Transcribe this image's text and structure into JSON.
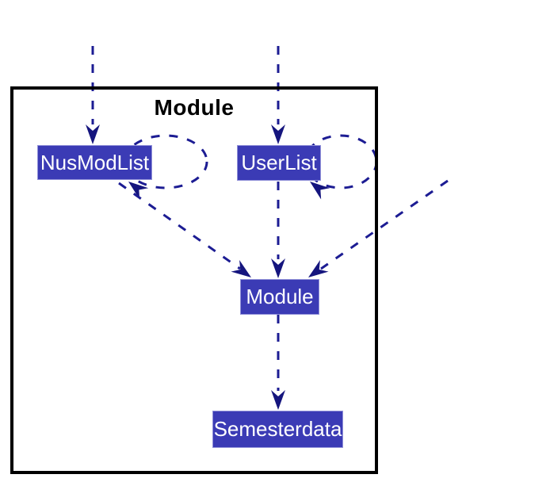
{
  "diagram": {
    "cluster_label": "Module",
    "nodes": [
      {
        "id": "nusmodlist",
        "label": "NusModList"
      },
      {
        "id": "userlist",
        "label": "UserList"
      },
      {
        "id": "module",
        "label": "Module"
      },
      {
        "id": "semesterdata",
        "label": "Semesterdata"
      }
    ],
    "edges": [
      {
        "from": "(external)",
        "to": "NusModList",
        "style": "dashed"
      },
      {
        "from": "(external)",
        "to": "UserList",
        "style": "dashed"
      },
      {
        "from": "(external)",
        "to": "Module",
        "style": "dashed"
      },
      {
        "from": "NusModList",
        "to": "NusModList",
        "style": "dashed",
        "self_loop": true
      },
      {
        "from": "UserList",
        "to": "UserList",
        "style": "dashed",
        "self_loop": true
      },
      {
        "from": "NusModList",
        "to": "Module",
        "style": "dashed"
      },
      {
        "from": "UserList",
        "to": "Module",
        "style": "dashed"
      },
      {
        "from": "Module",
        "to": "Semesterdata",
        "style": "dashed"
      }
    ],
    "colors": {
      "edge_color": "#1c1c93",
      "arrow_color": "#15157e",
      "node_fill": "#3b3bb5",
      "node_border": "#9191d8",
      "node_text": "#ffffff",
      "frame_color": "#000000",
      "bg_color": "#ffffff",
      "title_color": "#000000"
    }
  }
}
